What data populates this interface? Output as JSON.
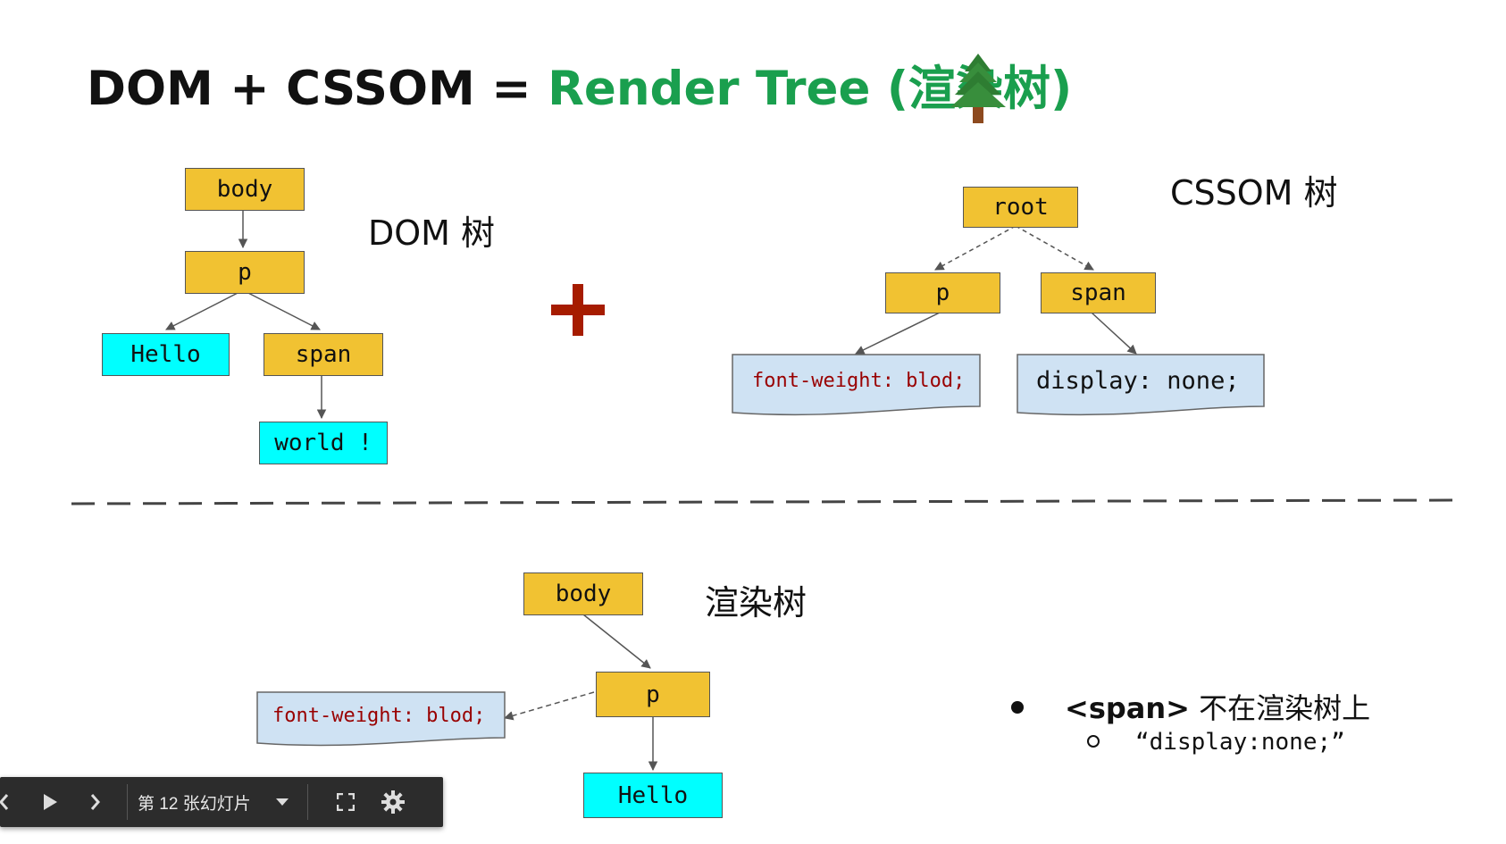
{
  "title": {
    "prefix": "DOM + CSSOM = ",
    "highlight": "Render Tree (渲染树)",
    "emoji_icon": "evergreen-tree-icon",
    "highlight_color": "#1a9f4e"
  },
  "dom_tree": {
    "label": "DOM 树",
    "nodes": {
      "body": "body",
      "p": "p",
      "hello": "Hello",
      "span": "span",
      "world": "world !"
    }
  },
  "plus_icon": "plus-icon",
  "cssom_tree": {
    "label": "CSSOM 树",
    "nodes": {
      "root": "root",
      "p": "p",
      "span": "span"
    },
    "rules": {
      "p": "font-weight: blod;",
      "span": "display: none;"
    }
  },
  "render_tree": {
    "label": "渲染树",
    "nodes": {
      "body": "body",
      "p": "p",
      "hello": "Hello"
    },
    "rule": "font-weight: blod;"
  },
  "notes": {
    "bullet_main_code": "<span>",
    "bullet_main_text": " 不在渲染树上",
    "bullet_sub": "“display:none;”"
  },
  "toolbar": {
    "slide_label": "第 12 张幻灯片"
  },
  "colors": {
    "node_yellow": "#f1c232",
    "node_cyan": "#00ffff",
    "doc_fill": "#cfe2f3",
    "plus_red": "#a61c00"
  }
}
